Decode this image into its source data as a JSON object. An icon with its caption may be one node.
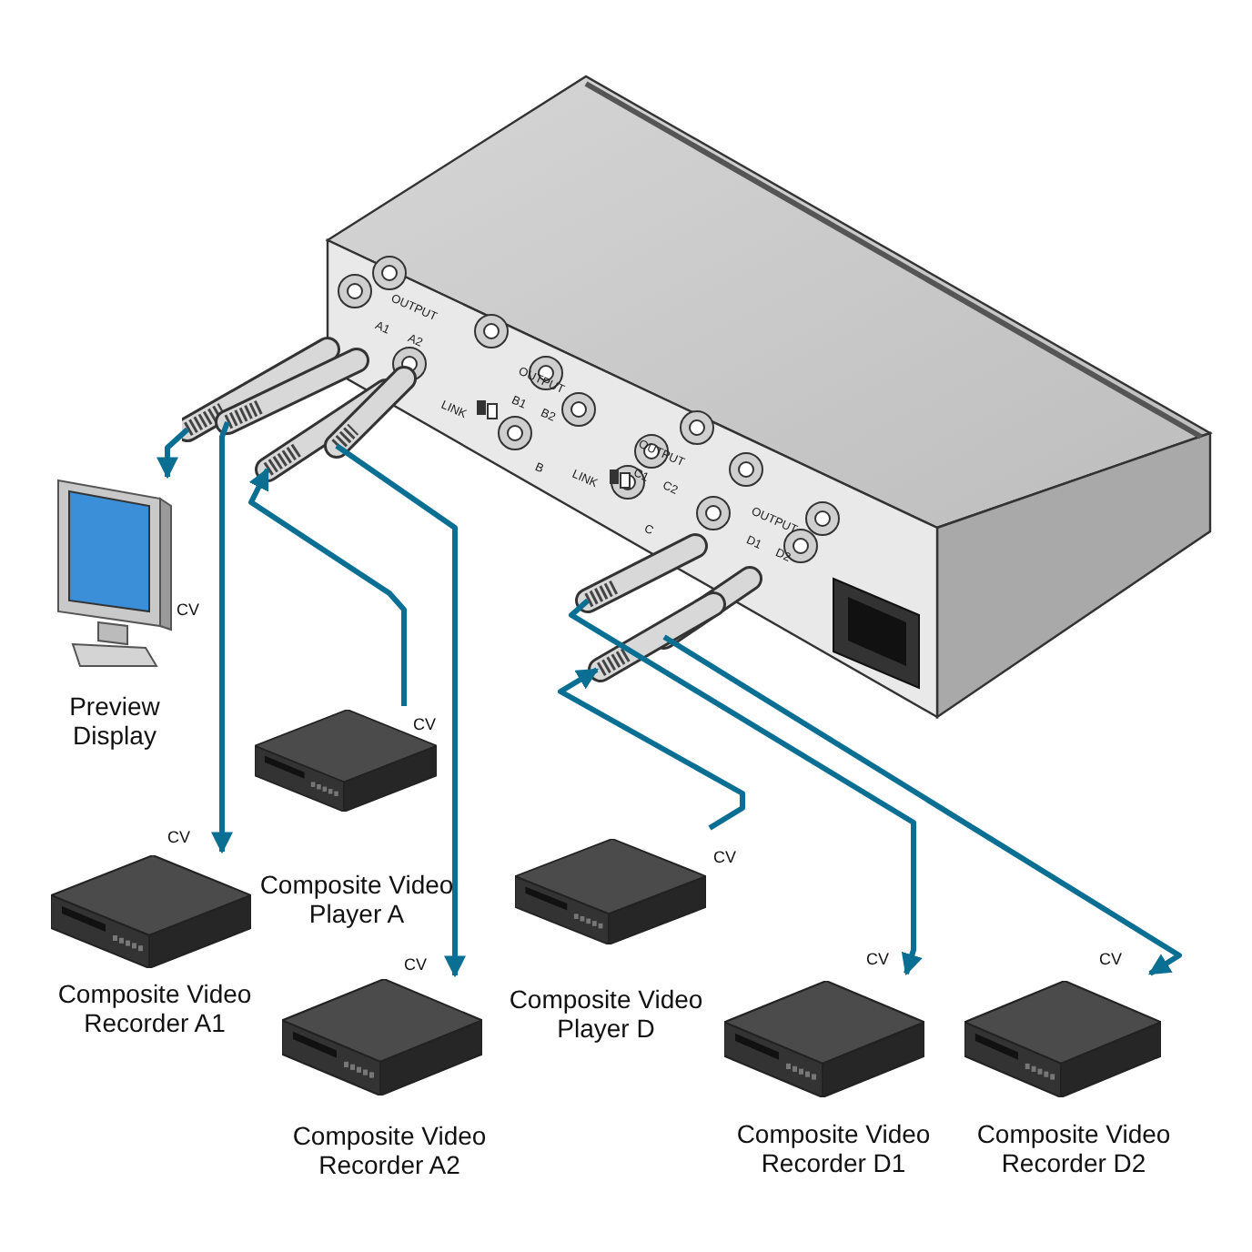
{
  "diagram": {
    "nodes": [
      {
        "text": [],
        "shape": "picture"
      },
      {
        "text": [
          "Preview Display"
        ],
        "beside": [
          "CV"
        ]
      },
      {
        "text": [
          "Composite Video Recorder A1"
        ],
        "beside": [
          "CV"
        ]
      },
      {
        "text": [
          "Composite Video Player A"
        ],
        "beside": [
          "CV"
        ]
      },
      {
        "text": [
          "Composite Video Recorder A2"
        ],
        "beside": [
          "CV"
        ]
      },
      {
        "text": [
          "Composite Video Player D"
        ],
        "beside": [
          "CV"
        ]
      },
      {
        "text": [
          "Composite Video Recorder D1"
        ],
        "beside": [
          "CV"
        ]
      },
      {
        "text": [
          "Composite Video Recorder D2"
        ],
        "beside": [
          "CV"
        ]
      }
    ],
    "edges": [
      {
        "from": 0,
        "to": 1,
        "arrow": "to"
      },
      {
        "from": 0,
        "to": 2,
        "arrow": "to"
      },
      {
        "from": 3,
        "to": 0,
        "arrow": "to"
      },
      {
        "from": 0,
        "to": 4,
        "arrow": "to"
      },
      {
        "from": 5,
        "to": 0,
        "arrow": "to"
      },
      {
        "from": 0,
        "to": 6,
        "arrow": "to"
      },
      {
        "from": 0,
        "to": 7,
        "arrow": "to"
      }
    ],
    "labels": [
      "OUTPUT",
      "A1",
      "A2",
      "LINK",
      "B",
      "OUTPUT",
      "B1",
      "B2",
      "LINK",
      "C",
      "OUTPUT",
      "C1",
      "C2",
      "OUTPUT",
      "D1",
      "D2"
    ]
  }
}
